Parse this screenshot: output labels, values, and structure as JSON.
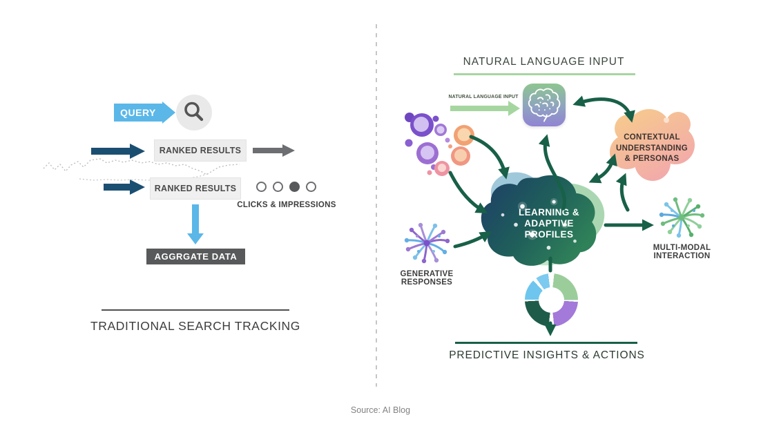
{
  "left_panel": {
    "query_label": "QUERY",
    "ranked_results_1": "RANKED RESULTS",
    "ranked_results_2": "RANKED RESULTS",
    "clicks_impressions_label": "CLICKS & IMPRESSIONS",
    "aggregate_box_label": "AGGRGATE DATA",
    "caption": "TRADITIONAL SEARCH TRACKING",
    "circles": [
      "outline",
      "outline",
      "filled",
      "outline"
    ]
  },
  "right_panel": {
    "header": "NATURAL LANGUAGE INPUT",
    "input_arrow_label": "NATURAL LANGUAGE INPUT",
    "central_label": "LEARNING &\nADAPTIVE\nPROFILES",
    "contextual_label": "CONTEXTUAL\nUNDERSTANDING\n& PERSONAS",
    "multimodal_label": "MULTI-MODAL\nINTERACTION",
    "generative_label": "GENERATIVE\nRESPONSES",
    "caption": "PREDICTIVE INSIGHTS & ACTIONS"
  },
  "footer": {
    "source": "Source: AI Blog"
  },
  "colors": {
    "dark_green_arrow": "#186048",
    "light_green": "#a6d6a0",
    "navy_arrow": "#1b4f72",
    "light_blue": "#5ab7e8",
    "gray_arrow": "#6d6e71",
    "dark_gray_box": "#58595b",
    "donut_segments": [
      "#9bcd9b",
      "#a379d9",
      "#1e5c49",
      "#6ec6ee",
      "#7ccaef"
    ]
  }
}
